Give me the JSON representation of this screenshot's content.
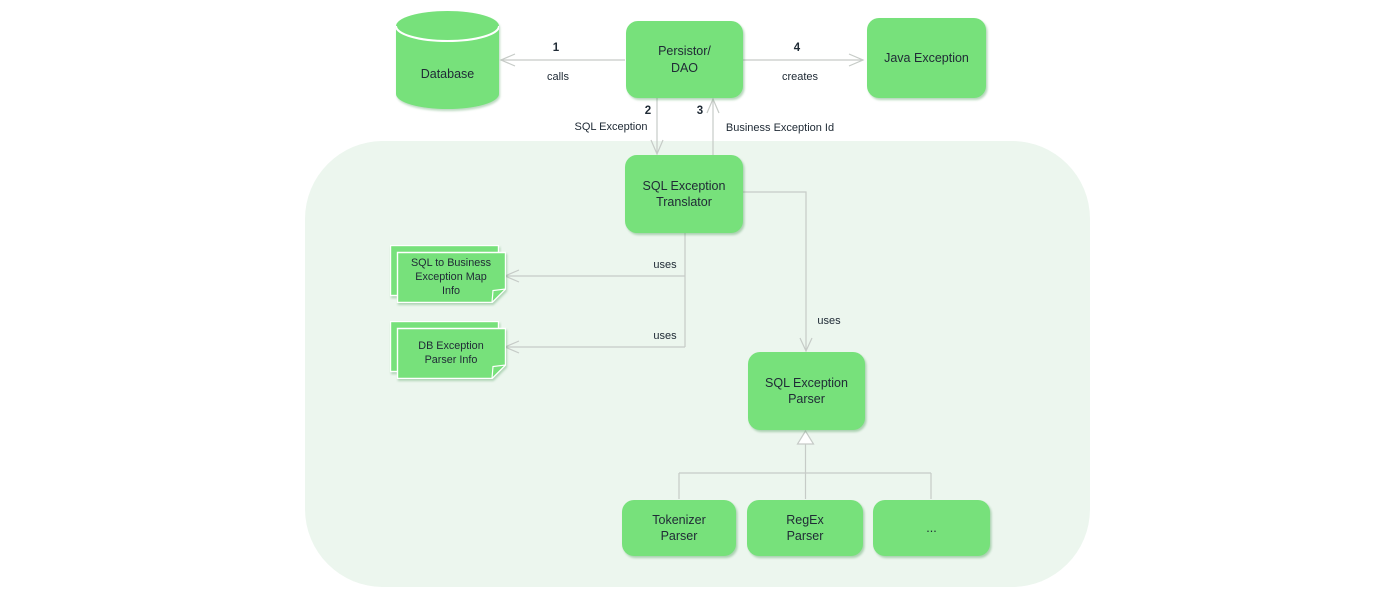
{
  "colors": {
    "node_fill": "#77e17b",
    "container_fill": "#ecf6ee",
    "line": "#c6cbc7",
    "text": "#202b36"
  },
  "nodes": {
    "database": {
      "label": "Database"
    },
    "persistor_dao": {
      "label": "Persistor/\nDAO"
    },
    "java_exception": {
      "label": "Java Exception"
    },
    "sql_exception_translator": {
      "label": "SQL Exception\nTranslator"
    },
    "sql_to_business_exception_map_info": {
      "label": "SQL to Business\nException Map\nInfo"
    },
    "db_exception_parser_info": {
      "label": "DB Exception\nParser Info"
    },
    "sql_exception_parser": {
      "label": "SQL Exception\nParser"
    },
    "tokenizer_parser": {
      "label": "Tokenizer\nParser"
    },
    "regex_parser": {
      "label": "RegEx\nParser"
    },
    "other_parser": {
      "label": "..."
    }
  },
  "edges": {
    "calls": {
      "number": "1",
      "label": "calls"
    },
    "sql_exception": {
      "number": "2",
      "label": "SQL Exception"
    },
    "business_exception_id": {
      "number": "3",
      "label": "Business Exception Id"
    },
    "creates": {
      "number": "4",
      "label": "creates"
    },
    "uses_map_info": {
      "label": "uses"
    },
    "uses_parser_info": {
      "label": "uses"
    },
    "uses_sql_exception_parser": {
      "label": "uses"
    }
  }
}
